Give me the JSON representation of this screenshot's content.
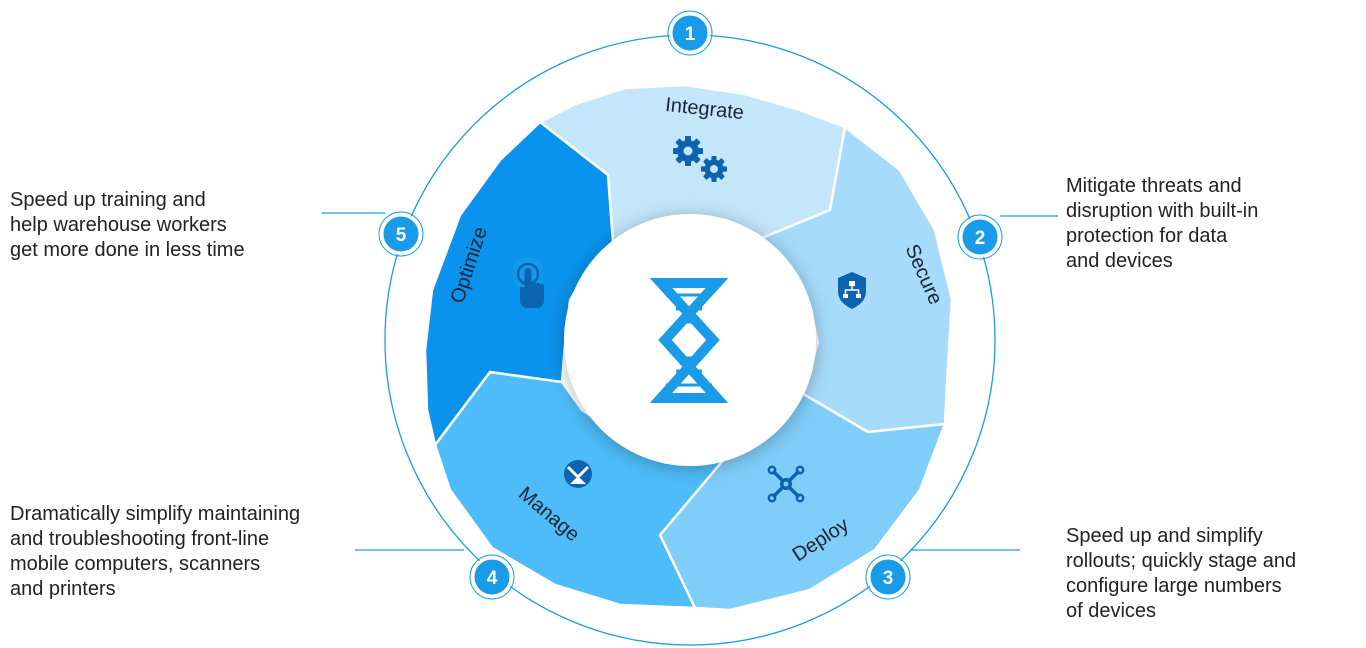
{
  "colors": {
    "ring": "#1a9be8",
    "badge": "#1a9be8",
    "integrate": "#c4e6fb",
    "secure": "#a6dbfb",
    "deploy": "#7fcdf9",
    "manage": "#4dbcf8",
    "optimize": "#0a93ee",
    "icon": "#0c63b0",
    "helix": "#1a9be8"
  },
  "center": {
    "icon": "dna-helix-icon"
  },
  "steps": [
    {
      "number": "1",
      "label": "Integrate",
      "icon": "gears-icon"
    },
    {
      "number": "2",
      "label": "Secure",
      "icon": "shield-network-icon",
      "description": [
        "Mitigate threats and",
        "disruption with built-in",
        "protection for data",
        "and devices"
      ]
    },
    {
      "number": "3",
      "label": "Deploy",
      "icon": "nodes-icon",
      "description": [
        "Speed up and simplify",
        "rollouts; quickly stage and",
        "configure large numbers",
        "of devices"
      ]
    },
    {
      "number": "4",
      "label": "Manage",
      "icon": "manage-logo-icon",
      "description": [
        "Dramatically simplify maintaining",
        "and troubleshooting front-line",
        "mobile computers, scanners",
        "and printers"
      ]
    },
    {
      "number": "5",
      "label": "Optimize",
      "icon": "touch-hand-icon",
      "description": [
        "Speed up training and",
        "help warehouse workers",
        "get more done in less time"
      ]
    }
  ]
}
